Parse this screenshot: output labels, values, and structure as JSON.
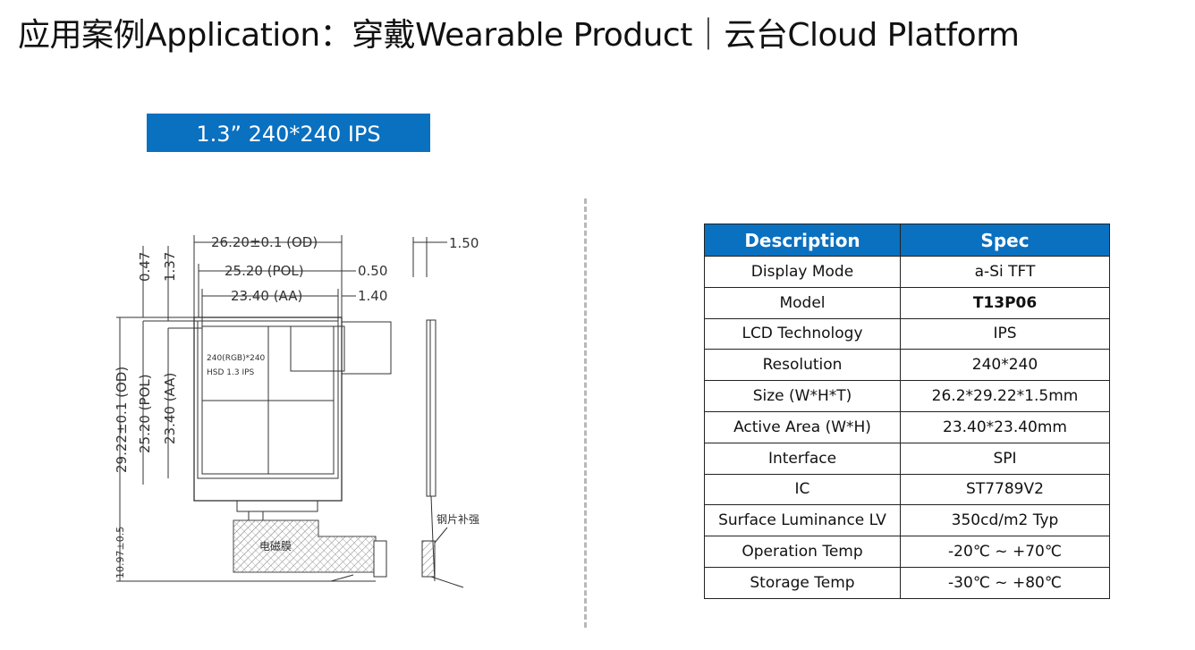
{
  "title": "应用案例Application：穿戴Wearable Product｜云台Cloud Platform",
  "badge": "1.3”   240*240 IPS",
  "drawing": {
    "dims": {
      "od_w": "26.20±0.1 (OD)",
      "pol_w": "25.20 (POL)",
      "aa_w": "23.40 (AA)",
      "r050": "0.50",
      "r140": "1.40",
      "top047": "0.47",
      "top137": "1.37",
      "od_h": "29.22±0.1 (OD)",
      "pol_h": "25.20 (POL)",
      "aa_h": "23.40 (AA)",
      "fpc": "10.97±0.5",
      "thick": "1.50"
    },
    "screen_line1": "240(RGB)*240",
    "screen_line2": "HSD 1.3 IPS",
    "shield_label": "电磁膜",
    "steel_label": "钢片补强"
  },
  "table": {
    "headers": [
      "Description",
      "Spec"
    ],
    "rows": [
      [
        "Display Mode",
        "a-Si TFT"
      ],
      [
        "Model",
        "T13P06"
      ],
      [
        "LCD Technology",
        "IPS"
      ],
      [
        "Resolution",
        "240*240"
      ],
      [
        "Size (W*H*T)",
        "26.2*29.22*1.5mm"
      ],
      [
        "Active Area (W*H)",
        "23.40*23.40mm"
      ],
      [
        "Interface",
        "SPI"
      ],
      [
        "IC",
        "ST7789V2"
      ],
      [
        "Surface Luminance LV",
        "350cd/m2 Typ"
      ],
      [
        "Operation Temp",
        "-20℃ ~ +70℃"
      ],
      [
        "Storage Temp",
        "-30℃ ~ +80℃"
      ]
    ]
  },
  "colors": {
    "accent": "#0a70c0"
  }
}
